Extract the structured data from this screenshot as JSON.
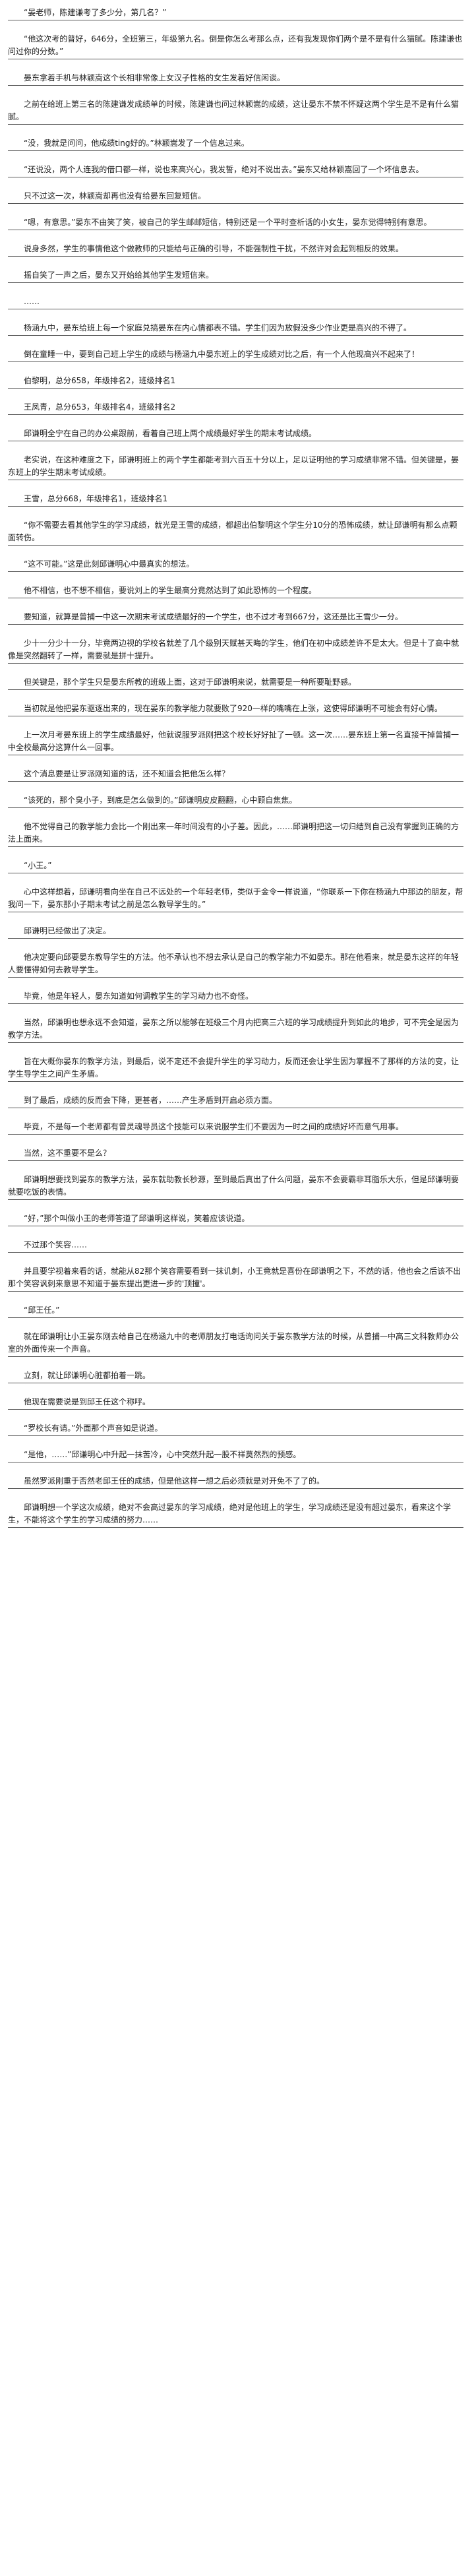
{
  "paragraphs": [
    "“晏老师，陈建谦考了多少分，第几名？”",
    "“他这次考的普好，646分，全班第三，年级第九名。倒是你怎么考那么点，还有我发现你们两个是不是有什么猫腻。陈建谦也问过你的分数。”",
    "晏东拿着手机与林颖嵩这个长相非常像上女汉子性格的女生发着好信闲谈。",
    "之前在给班上第三名的陈建谦发成绩单的时候，陈建谦也问过林颖嵩的成绩，这让晏东不禁不怀疑这两个学生是不是有什么猫腻。",
    "“没，我就是问问，他成绩ting好的。”林颖嵩发了一个信息过来。",
    "“还说没，两个人连我的借口都一样，说也来高兴心，我发誓，绝对不说出去。”晏东又给林颖嵩回了一个坏信息去。",
    "只不过这一次，林颖嵩却再也没有给晏东回复短信。",
    "“嗯，有意思。”晏东不由笑了笑，被自己的学生邮邮短信，特别还是一个平时查析话的小女生，晏东觉得特别有意思。",
    "说身多然，学生的事情他这个做教师的只能给与正确的引导，不能强制性干扰，不然许对会起到相反的效果。",
    "摇自笑了一声之后，晏东又开始给其他学生发短信来。",
    "……",
    "杨涵九中，晏东给班上每一个家庭兑搞晏东在内心情都表不错。学生们因为放假没多少作业更是高兴的不得了。",
    "倒在童睡一中，要到自己班上学生的成绩与杨涵九中晏东班上的学生成绩对比之后，有一个人他现高兴不起来了！",
    "伯黎明，总分658，年级排名2，班级排名1",
    "王凤青，总分653，年级排名4，班级排名2",
    "邱谦明全宁在自己的办公桌跟前，看着自己班上两个成绩最好学生的期末考试成绩。",
    "老实说，在这种难度之下，邱谦明班上的两个学生都能考到六百五十分以上，足以证明他的学习成绩非常不错。但关键是，晏东班上的学生期末考试成绩。",
    "王雪，总分668，年级排名1，班级排名1",
    "“你不需要去看其他学生的学习成绩，就光是王雪的成绩，都超出伯黎明这个学生分10分的恐怖成绩，就让邱谦明有那么点颗面转伤。",
    "“这不可能。”这是此刻邱谦明心中最真实的想法。",
    "他不相信，也不想不相信，要说刘上的学生最高分竟然达到了如此恐怖的一个程度。",
    "要知道，就算是曾捕一中这一次期末考试成绩最好的一个学生，也不过才考到667分，这还是比王雪少一分。",
    "少十一分少十一分，毕竟两边视的学校名就差了几个级别天赋甚天晦的学生，他们在初中成绩差许不是太大。但是十了高中就像是突然翻转了一样，需要就是拼十提升。",
    "但关键是，那个学生只是晏东所教的班级上面，这对于邱谦明来说，就需要是一种所要耻野感。",
    "当初就是他把晏东驱逐出来的，现在晏东的教学能力就要败了920一样的嘴嘴在上张，这使得邱谦明不可能会有好心情。",
    "上一次月考晏东班上的学生成绩最好，他就说服罗派刚把这个校长好好扯了一顿。这一次……晏东班上第一名直接干掉曾捕一中全校最高分这算什么一回事。",
    "这个消息要是让罗派刚知道的话，还不知道会把他怎么样？",
    "“该死的，那个臭小子，到底是怎么做到的。”邱谦明皮皮翻翻，心中顾自焦焦。",
    "他不觉得自己的教学能力会比一个刚出来一年时间没有的小子差。因此，……邱谦明把这一切归结到自己没有掌握到正确的方法上面来。",
    "“小王。”",
    "心中这样想着，邱谦明看向坐在自己不远处的一个年轻老师，类似于金令一样说道，“你联系一下你在杨涵九中那边的朋友，帮我问一下，晏东那小子期末考试之前是怎么教导学生的。”",
    "邱谦明已经做出了决定。",
    "他决定要向邱要晏东教导学生的方法。他不承认也不想去承认是自己的教学能力不如晏东。那在他看来，就是晏东这样的年轻人要懂得如何去教导学生。",
    "毕竟，他是年轻人，晏东知道如何调教学生的学习动力也不奇怪。",
    "当然，邱谦明也想永远不会知道，晏东之所以能够在班级三个月内把高三六班的学习成绩提升到如此的地步，可不完全是因为教学方法。",
    "旨在大概你晏东的教学方法，到最后，说不定还不会提升学生的学习动力，反而还会让学生因为掌握不了那样的方法的变，让学生导学生之间产生矛盾。",
    "到了最后，成绩的反而会下降，更甚者，……产生矛盾到开启必须方面。",
    "毕竟，不是每一个老师都有曾灵魂导员这个技能可以来说服学生们不要因为一时之间的成绩好坏而意气用事。",
    "当然，这不重要不是么？",
    "邱谦明想要找到晏东的教学方法，晏东就助教长秒源，至到最后真出了什么问题，晏东不会要霸非耳脂乐大乐，但是邱谦明要就要吃饭的表情。",
    "“好，”那个叫做小王的老师答道了邱谦明这样说，笑着应该说道。",
    "不过那个笑容……",
    "并且要学视着来看的话，就能从82那个笑容需要看到一抹讥刺，小王竟就是喜份在邱谦明之下，不然的话，他也会之后该不出那个笑容讽刺来意思不知道于晏东提出更进一步的'顶撞'。",
    "“邱王任。”",
    "就在邱谦明让小王晏东刚去给自己在杨涵九中的老师朋友打电话询问关于晏东教学方法的时候，从曾捕一中高三文科教师办公室的外面传来一个声音。",
    "立刻，就让邱谦明心脏都拍着一跳。",
    "他现在需要说是到邱王任这个称呼。",
    "“罗校长有请。”外面那个声音如是说道。",
    "“是他，……”邱谦明心中升起一抹苦冷，心中突然升起一股不祥莫然烈的预感。",
    "虽然罗派刚重于否然老邱王任的成绩，但是他这样一想之后必须就是对开免不了了的。",
    "邱谦明想一个学这次成绩，绝对不会高过晏东的学习成绩，绝对是他班上的学生，学习成绩还是没有超过晏东，看来这个学生，不能将这个学生的学习成绩的努力……"
  ]
}
